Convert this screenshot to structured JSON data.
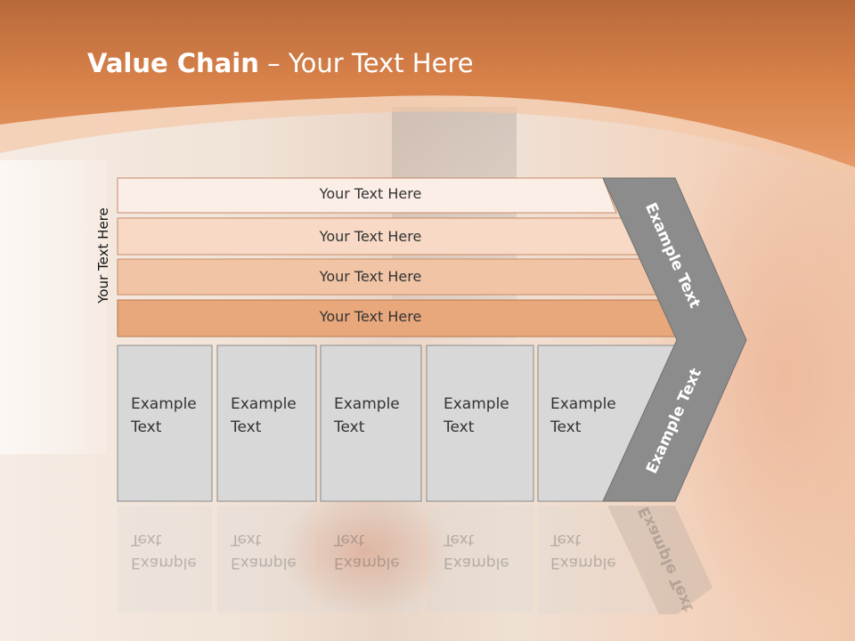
{
  "slide": {
    "title_bold": "Value Chain",
    "title_rest": " – Your Text Here",
    "side_label": "Your Text Here"
  },
  "bands": [
    {
      "label": "Your Text Here",
      "color": "#fbeee6"
    },
    {
      "label": "Your Text Here",
      "color": "#f7d9c5"
    },
    {
      "label": "Your Text Here",
      "color": "#f2c4a6"
    },
    {
      "label": "Your Text Here",
      "color": "#e8a87c"
    }
  ],
  "cells": [
    {
      "line1": "Example",
      "line2": "Text"
    },
    {
      "line1": "Example",
      "line2": "Text"
    },
    {
      "line1": "Example",
      "line2": "Text"
    },
    {
      "line1": "Example",
      "line2": "Text"
    },
    {
      "line1": "Example",
      "line2": "Text"
    }
  ],
  "chevron": {
    "upper": "Example Text",
    "lower": "Example Text",
    "color": "#8c8c8c"
  },
  "colors": {
    "header_orange": "#d9824a",
    "cell_fill": "#d8d8d8"
  }
}
